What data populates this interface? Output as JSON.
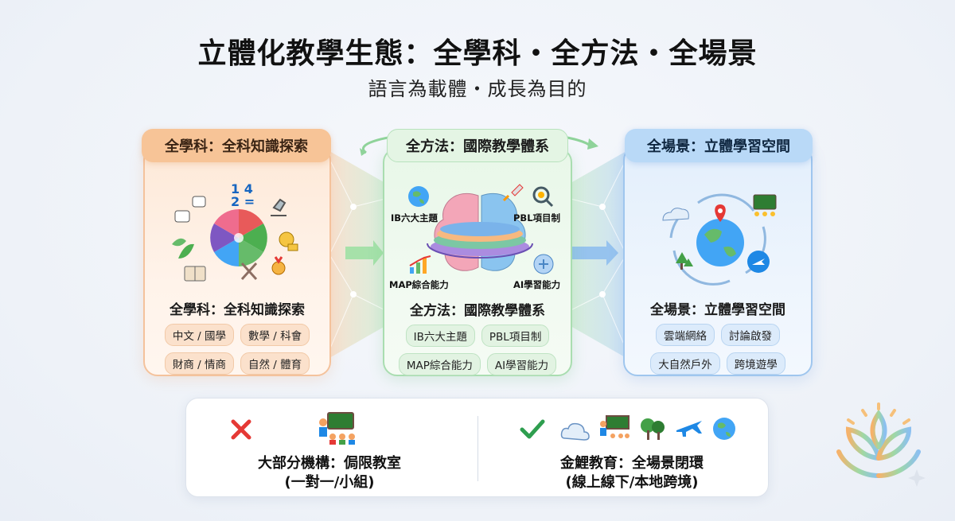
{
  "title": "立體化教學生態：全學科・全方法・全場景",
  "subtitle": "語言為載體・成長為目的",
  "left_panel": {
    "header": "全學科：全科知識探索",
    "caption": "全學科：全科知識探索",
    "tags": [
      "中文 / 國學",
      "數學 / 科會",
      "財商 / 情商",
      "自然 / 體育"
    ],
    "accent": "#f7c497"
  },
  "mid_panel": {
    "header": "全方法：國際教學體系",
    "caption": "全方法：國際教學體系",
    "icon_labels": [
      "IB六大主題",
      "PBL項目制",
      "MAP綜合能力",
      "AI學習能力"
    ],
    "tags": [
      "IB六大主題",
      "PBL項目制",
      "MAP綜合能力",
      "AI學習能力"
    ],
    "accent": "#a9ddb0"
  },
  "right_panel": {
    "header": "全場景：立體學習空間",
    "caption": "全場景：立體學習空間",
    "tags": [
      "雲端網絡",
      "討論啟發",
      "大自然戶外",
      "跨境遊學"
    ],
    "accent": "#9fc6ee"
  },
  "bottom": {
    "left_icon": "cross-icon",
    "left_text": "大部分機構：侷限教室",
    "left_sub": "(一對一/小組)",
    "right_icon": "check-icon",
    "right_text": "金鯉教育：全場景閉環",
    "right_sub": "(線上線下/本地跨境)"
  }
}
